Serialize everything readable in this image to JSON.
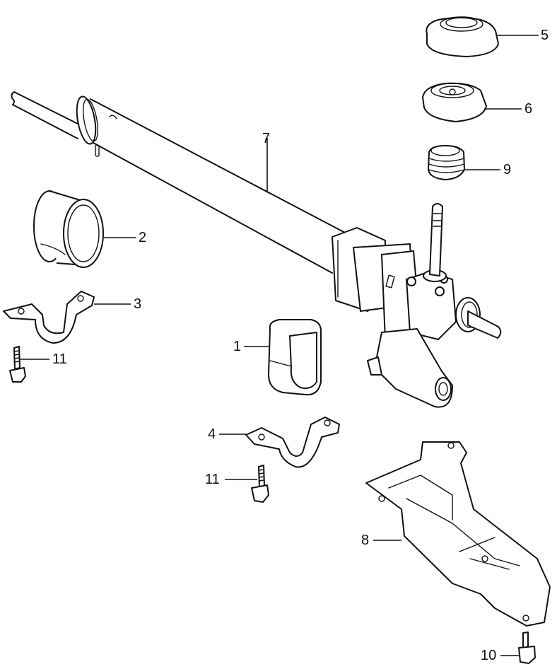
{
  "diagram": {
    "type": "exploded-parts-diagram",
    "subject": "power steering rack assembly",
    "ink_color": "#111111",
    "background": "#ffffff",
    "callouts": [
      {
        "id": "c1",
        "label": "1"
      },
      {
        "id": "c2",
        "label": "2"
      },
      {
        "id": "c3",
        "label": "3"
      },
      {
        "id": "c4",
        "label": "4"
      },
      {
        "id": "c5",
        "label": "5"
      },
      {
        "id": "c6",
        "label": "6"
      },
      {
        "id": "c7",
        "label": "7"
      },
      {
        "id": "c8",
        "label": "8"
      },
      {
        "id": "c9",
        "label": "9"
      },
      {
        "id": "c10",
        "label": "10"
      },
      {
        "id": "c11a",
        "label": "11"
      },
      {
        "id": "c11b",
        "label": "11"
      }
    ]
  }
}
